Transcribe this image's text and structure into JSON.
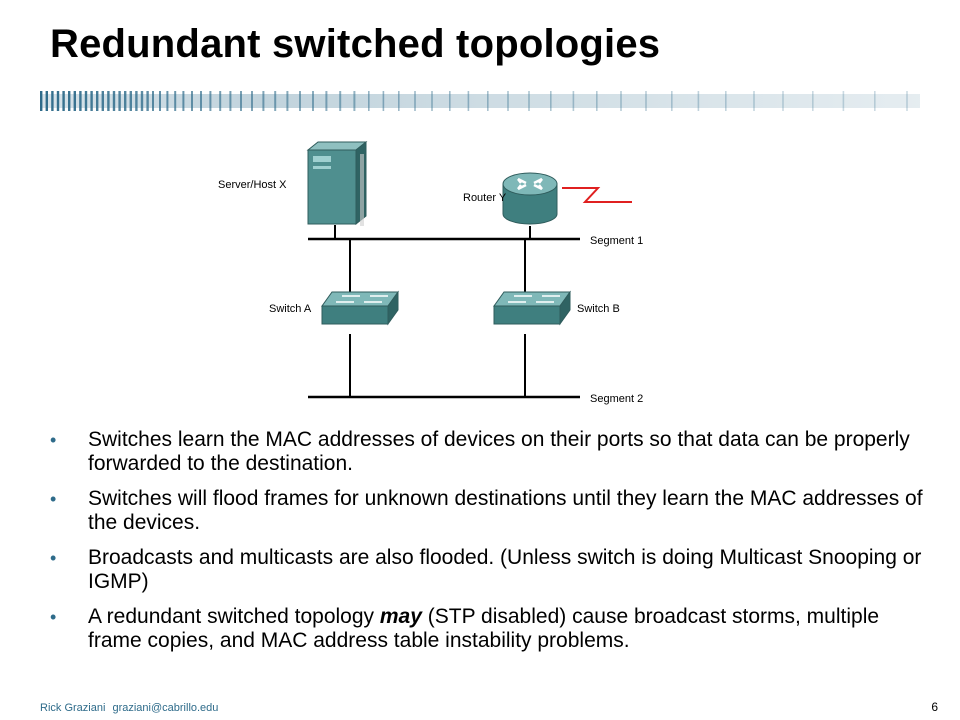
{
  "slide": {
    "title": "Redundant switched topologies",
    "page_number": "6"
  },
  "footer": {
    "author": "Rick Graziani",
    "email": "graziani@cabrillo.edu"
  },
  "diagram": {
    "labels": {
      "server": "Server/Host X",
      "router": "Router Y",
      "segment1": "Segment 1",
      "switch_a": "Switch A",
      "switch_b": "Switch B",
      "segment2": "Segment 2"
    },
    "colors": {
      "device_teal": "#4f8f8f",
      "wan_link": "#e02020",
      "bar_blue": "#2e6b8a"
    }
  },
  "bullets": [
    {
      "text": "Switches learn the MAC addresses of devices on their ports so that data can be properly forwarded to the destination."
    },
    {
      "text": "Switches will flood frames for unknown destinations until they learn the MAC addresses of the devices."
    },
    {
      "text": "Broadcasts and multicasts are also flooded. (Unless switch is doing Multicast Snooping or IGMP)"
    },
    {
      "pre": "A redundant switched topology ",
      "emph": "may",
      "post": " (STP disabled) cause broadcast storms, multiple frame copies, and MAC address table instability problems."
    }
  ],
  "bullet_glyph": "•"
}
